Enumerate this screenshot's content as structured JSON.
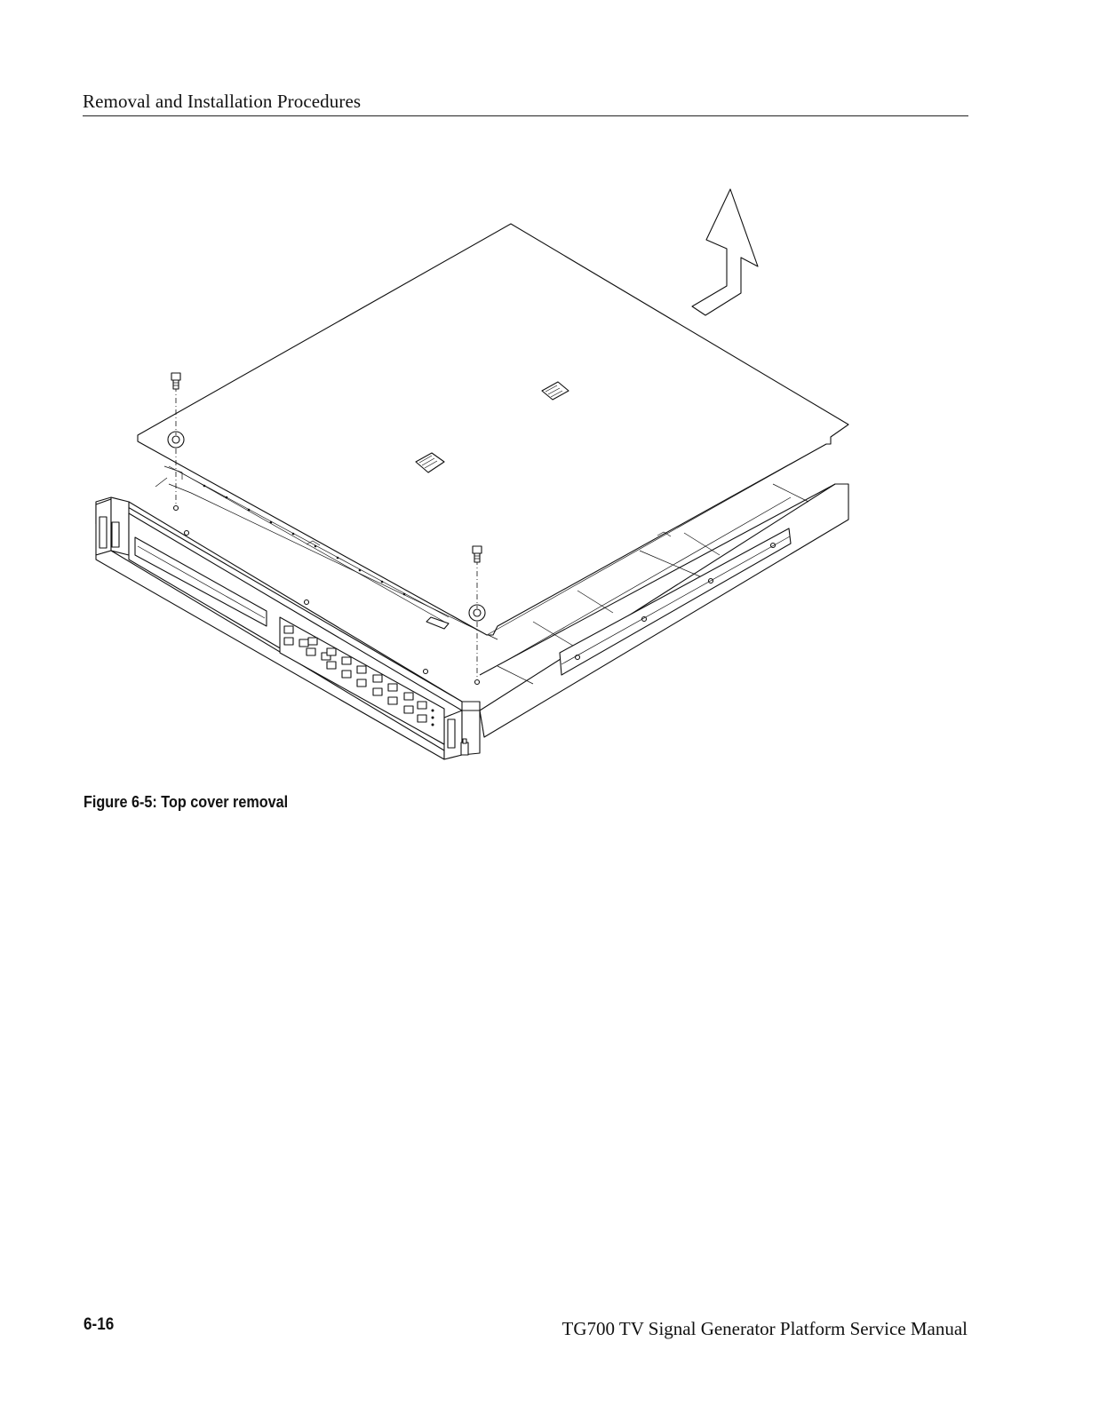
{
  "header": {
    "section_title": "Removal and Installation Procedures"
  },
  "figure": {
    "caption": "Figure 6-5: Top cover removal",
    "icons": [
      "up-arrow-icon",
      "screw-icon",
      "top-cover",
      "chassis"
    ]
  },
  "footer": {
    "page_number": "6-16",
    "manual_title": "TG700 TV  Signal Generator Platform Service Manual"
  }
}
